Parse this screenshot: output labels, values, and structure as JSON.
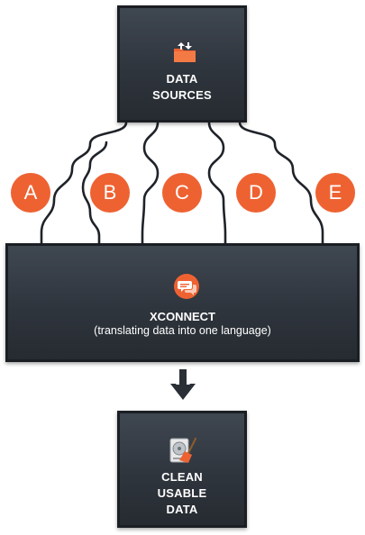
{
  "colors": {
    "box_dark": "#2f353d",
    "accent_orange": "#ee6232",
    "wire": "#1f2329",
    "arrow": "#2b3037"
  },
  "data_sources": {
    "label": "DATA\nSOURCES",
    "icon": "folder-transfer-icon"
  },
  "connectors": [
    {
      "letter": "A"
    },
    {
      "letter": "B"
    },
    {
      "letter": "C"
    },
    {
      "letter": "D"
    },
    {
      "letter": "E"
    }
  ],
  "xconnect": {
    "title": "XCONNECT",
    "subtitle": "(translating data into one language)",
    "icon": "chat-bubbles-icon"
  },
  "arrow_icon": "arrow-down-icon",
  "clean_data": {
    "label": "CLEAN\nUSABLE\nDATA",
    "icon": "hard-drive-broom-icon"
  }
}
